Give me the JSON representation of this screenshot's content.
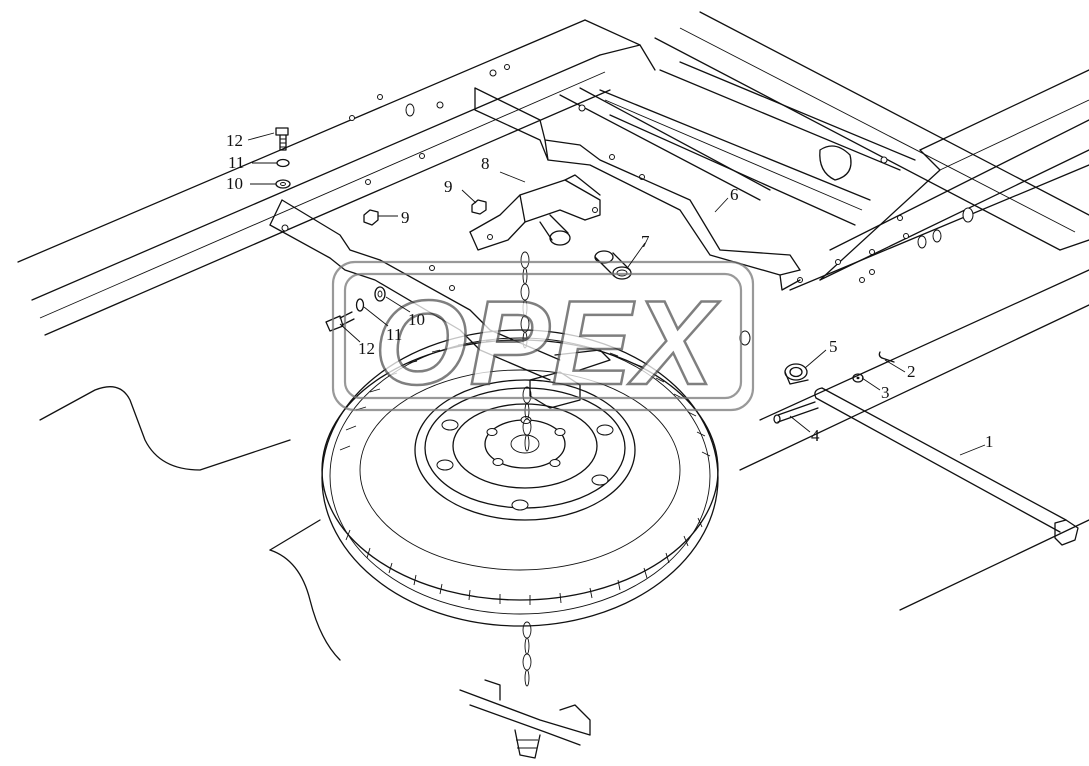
{
  "watermark": {
    "text": "OPEX"
  },
  "callouts": [
    {
      "id": "c1",
      "label": "1"
    },
    {
      "id": "c2",
      "label": "2"
    },
    {
      "id": "c3",
      "label": "3"
    },
    {
      "id": "c4",
      "label": "4"
    },
    {
      "id": "c5",
      "label": "5"
    },
    {
      "id": "c6",
      "label": "6"
    },
    {
      "id": "c7",
      "label": "7"
    },
    {
      "id": "c8",
      "label": "8"
    },
    {
      "id": "c9a",
      "label": "9"
    },
    {
      "id": "c9b",
      "label": "9"
    },
    {
      "id": "c10a",
      "label": "10"
    },
    {
      "id": "c10b",
      "label": "10"
    },
    {
      "id": "c11a",
      "label": "11"
    },
    {
      "id": "c11b",
      "label": "11"
    },
    {
      "id": "c12a",
      "label": "12"
    },
    {
      "id": "c12b",
      "label": "12"
    }
  ]
}
